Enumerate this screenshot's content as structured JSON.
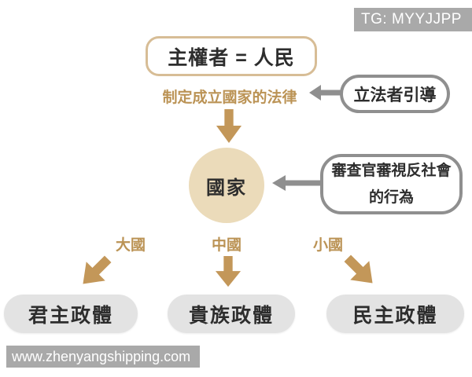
{
  "header": {
    "tg_badge": "TG: MYYJJPP"
  },
  "diagram": {
    "sovereign_box": "主權者 = 人民",
    "law_caption": "制定成立國家的法律",
    "legislator_note": "立法者引導",
    "state_circle": "國家",
    "censor_note_line1": "審查官審視反社會",
    "censor_note_line2": "的行為",
    "branch_labels": [
      "大國",
      "中國",
      "小國"
    ],
    "government_types": [
      "君主政體",
      "貴族政體",
      "民主政體"
    ]
  },
  "footer": {
    "watermark": "www.zhenyangshipping.com"
  },
  "colors": {
    "tan": "#c39759",
    "tan-border": "#d7bd96",
    "tan-text": "#bb9355",
    "circle-fill": "#ebdbba",
    "gray": "#8f8f8f",
    "pill-fill": "#e3e3e3",
    "badge-bg": "#a9a9a9",
    "dark": "#2d2d2d"
  }
}
